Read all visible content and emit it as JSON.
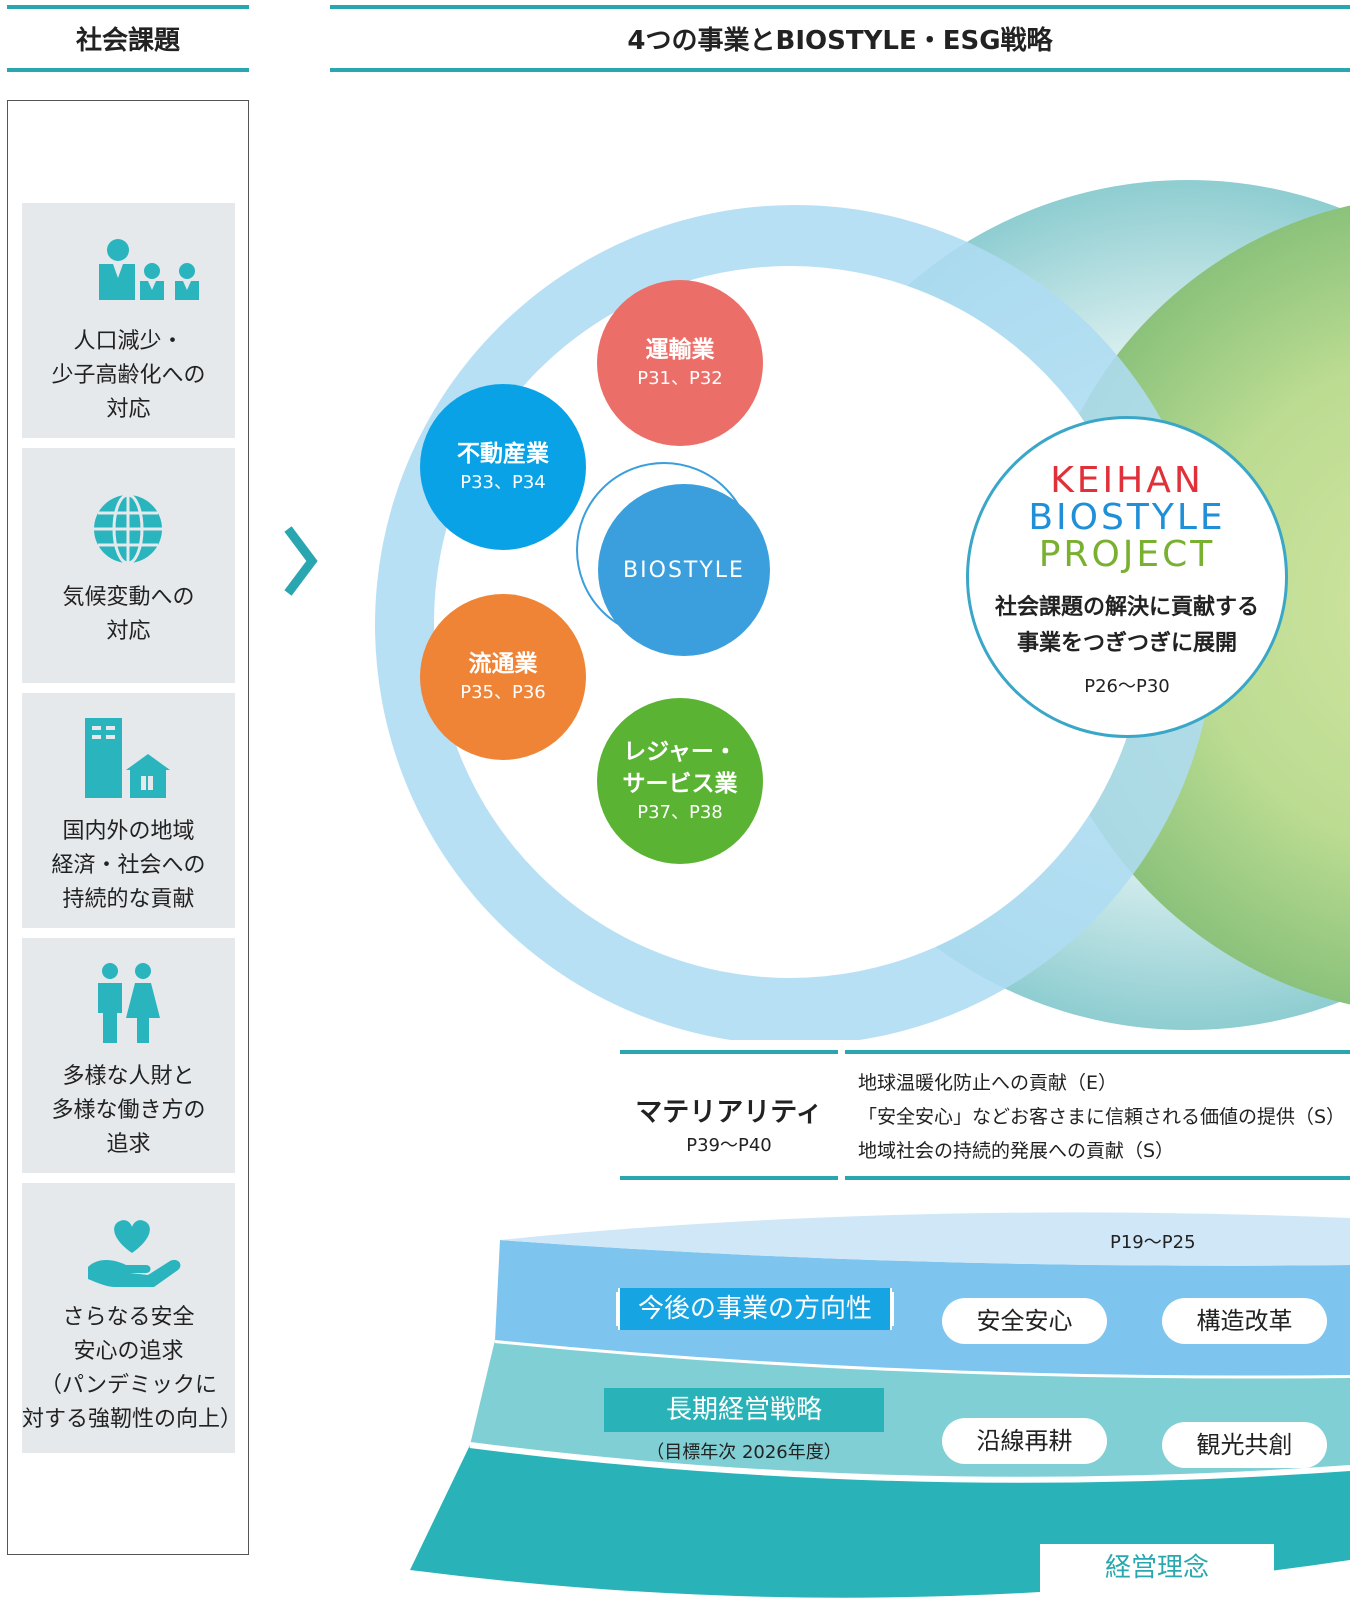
{
  "headers": {
    "left": "社会課題",
    "right": "4つの事業とBIOSTYLE・ESG戦略"
  },
  "social_issues": [
    {
      "icon": "population-icon",
      "text": [
        "人口減少・",
        "少子高齢化への",
        "対応"
      ]
    },
    {
      "icon": "globe-icon",
      "text": [
        "気候変動への",
        "対応"
      ]
    },
    {
      "icon": "buildings-icon",
      "text": [
        "国内外の地域",
        "経済・社会への",
        "持続的な貢献"
      ]
    },
    {
      "icon": "people-icon",
      "text": [
        "多様な人財と",
        "多様な働き方の",
        "追求"
      ]
    },
    {
      "icon": "heart-hand-icon",
      "text": [
        "さらなる安全",
        "安心の追求",
        "（パンデミックに",
        "対する強靭性の向上）"
      ]
    }
  ],
  "businesses": [
    {
      "name": "運輸業",
      "pages": "P31、P32",
      "color": "#ec6e68"
    },
    {
      "name": "不動産業",
      "pages": "P33、P34",
      "color": "#0aa2e6"
    },
    {
      "name": "流通業",
      "pages": "P35、P36",
      "color": "#ef8336"
    },
    {
      "name_lines": [
        "レジャー・",
        "サービス業"
      ],
      "pages": "P37、P38",
      "color": "#5ab332"
    }
  ],
  "center_label": "BIOSTYLE",
  "project": {
    "logo_lines": [
      "KEIHAN",
      "BIOSTYLE",
      "PROJECT"
    ],
    "desc_lines": [
      "社会課題の解決に貢献する",
      "事業をつぎつぎに展開"
    ],
    "pages": "P26〜P30"
  },
  "materiality": {
    "title": "マテリアリティ",
    "pages": "P39〜P40",
    "items": [
      "地球温暖化防止への貢献（E）",
      "「安全安心」などお客さまに信頼される価値の提供（S）",
      "地域社会の持続的発展への貢献（S）"
    ]
  },
  "foundation": {
    "pages": "P19〜P25",
    "direction": {
      "label": "今後の事業の方向性",
      "pills": [
        "安全安心",
        "構造改革"
      ]
    },
    "long_term": {
      "label": "長期経営戦略",
      "sub": "（目標年次 2026年度）",
      "pills": [
        "沿線再耕",
        "観光共創"
      ]
    },
    "philosophy": "経営理念"
  },
  "colors": {
    "teal": "#2aa6b0",
    "light_blue": "#aedcf3",
    "layer_blue": "#7dc4ee",
    "layer_teal": "#7fcfd4",
    "base_teal": "#29b3b8"
  }
}
